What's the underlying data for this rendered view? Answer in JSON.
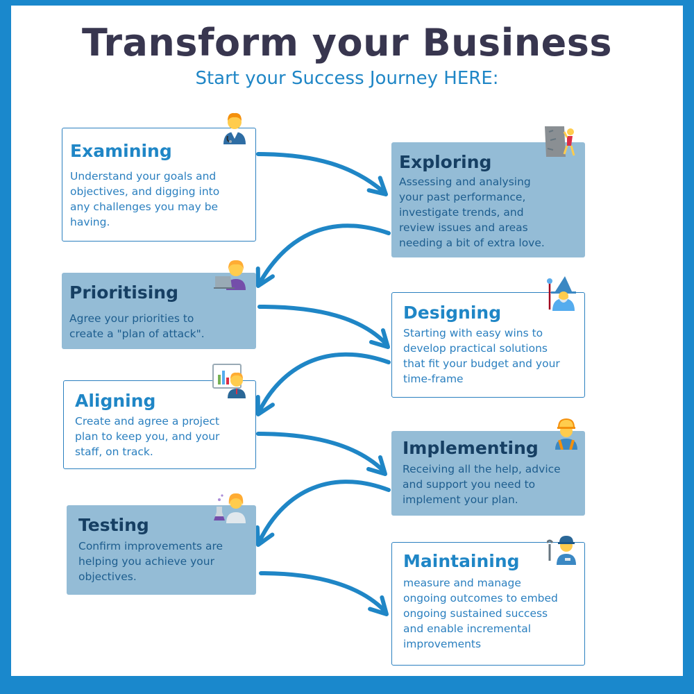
{
  "title": "Transform your Business",
  "subtitle": "Start your Success Journey HERE:",
  "steps": [
    {
      "title": "Examining",
      "lines": [
        "Understand your goals and",
        "objectives, and digging into",
        "any challenges you may be",
        "having."
      ],
      "icon": "doctor-icon"
    },
    {
      "title": "Exploring",
      "lines": [
        "Assessing and analysing",
        "your past performance,",
        "investigate trends, and",
        "review issues and areas",
        "needing a bit of extra love."
      ],
      "icon": "climber-icon"
    },
    {
      "title": "Prioritising",
      "lines": [
        "Agree your priorities to",
        "create a \"plan of attack\"."
      ],
      "icon": "technologist-icon"
    },
    {
      "title": "Designing",
      "lines": [
        "Starting with easy wins to",
        "develop practical solutions",
        "that fit your budget and your",
        "time-frame"
      ],
      "icon": "wizard-icon"
    },
    {
      "title": "Aligning",
      "lines": [
        "Create and agree a project",
        "plan to keep you, and your",
        "staff, on track."
      ],
      "icon": "presenter-icon"
    },
    {
      "title": "Implementing",
      "lines": [
        "Receiving all the help, advice",
        "and support you need to",
        "implement your plan."
      ],
      "icon": "construction-worker-icon"
    },
    {
      "title": "Testing",
      "lines": [
        "Confirm improvements are",
        "helping you achieve your",
        "objectives."
      ],
      "icon": "scientist-icon"
    },
    {
      "title": "Maintaining",
      "lines": [
        "measure and manage",
        "ongoing outcomes to embed",
        "ongoing sustained success",
        "and enable incremental",
        "improvements"
      ],
      "icon": "mechanic-icon"
    }
  ],
  "colors": {
    "border": "#1a88cc",
    "title": "#38364f",
    "accent": "#1f86c6",
    "card_fill": "#94bcd6",
    "heading_dark": "#163f63"
  }
}
